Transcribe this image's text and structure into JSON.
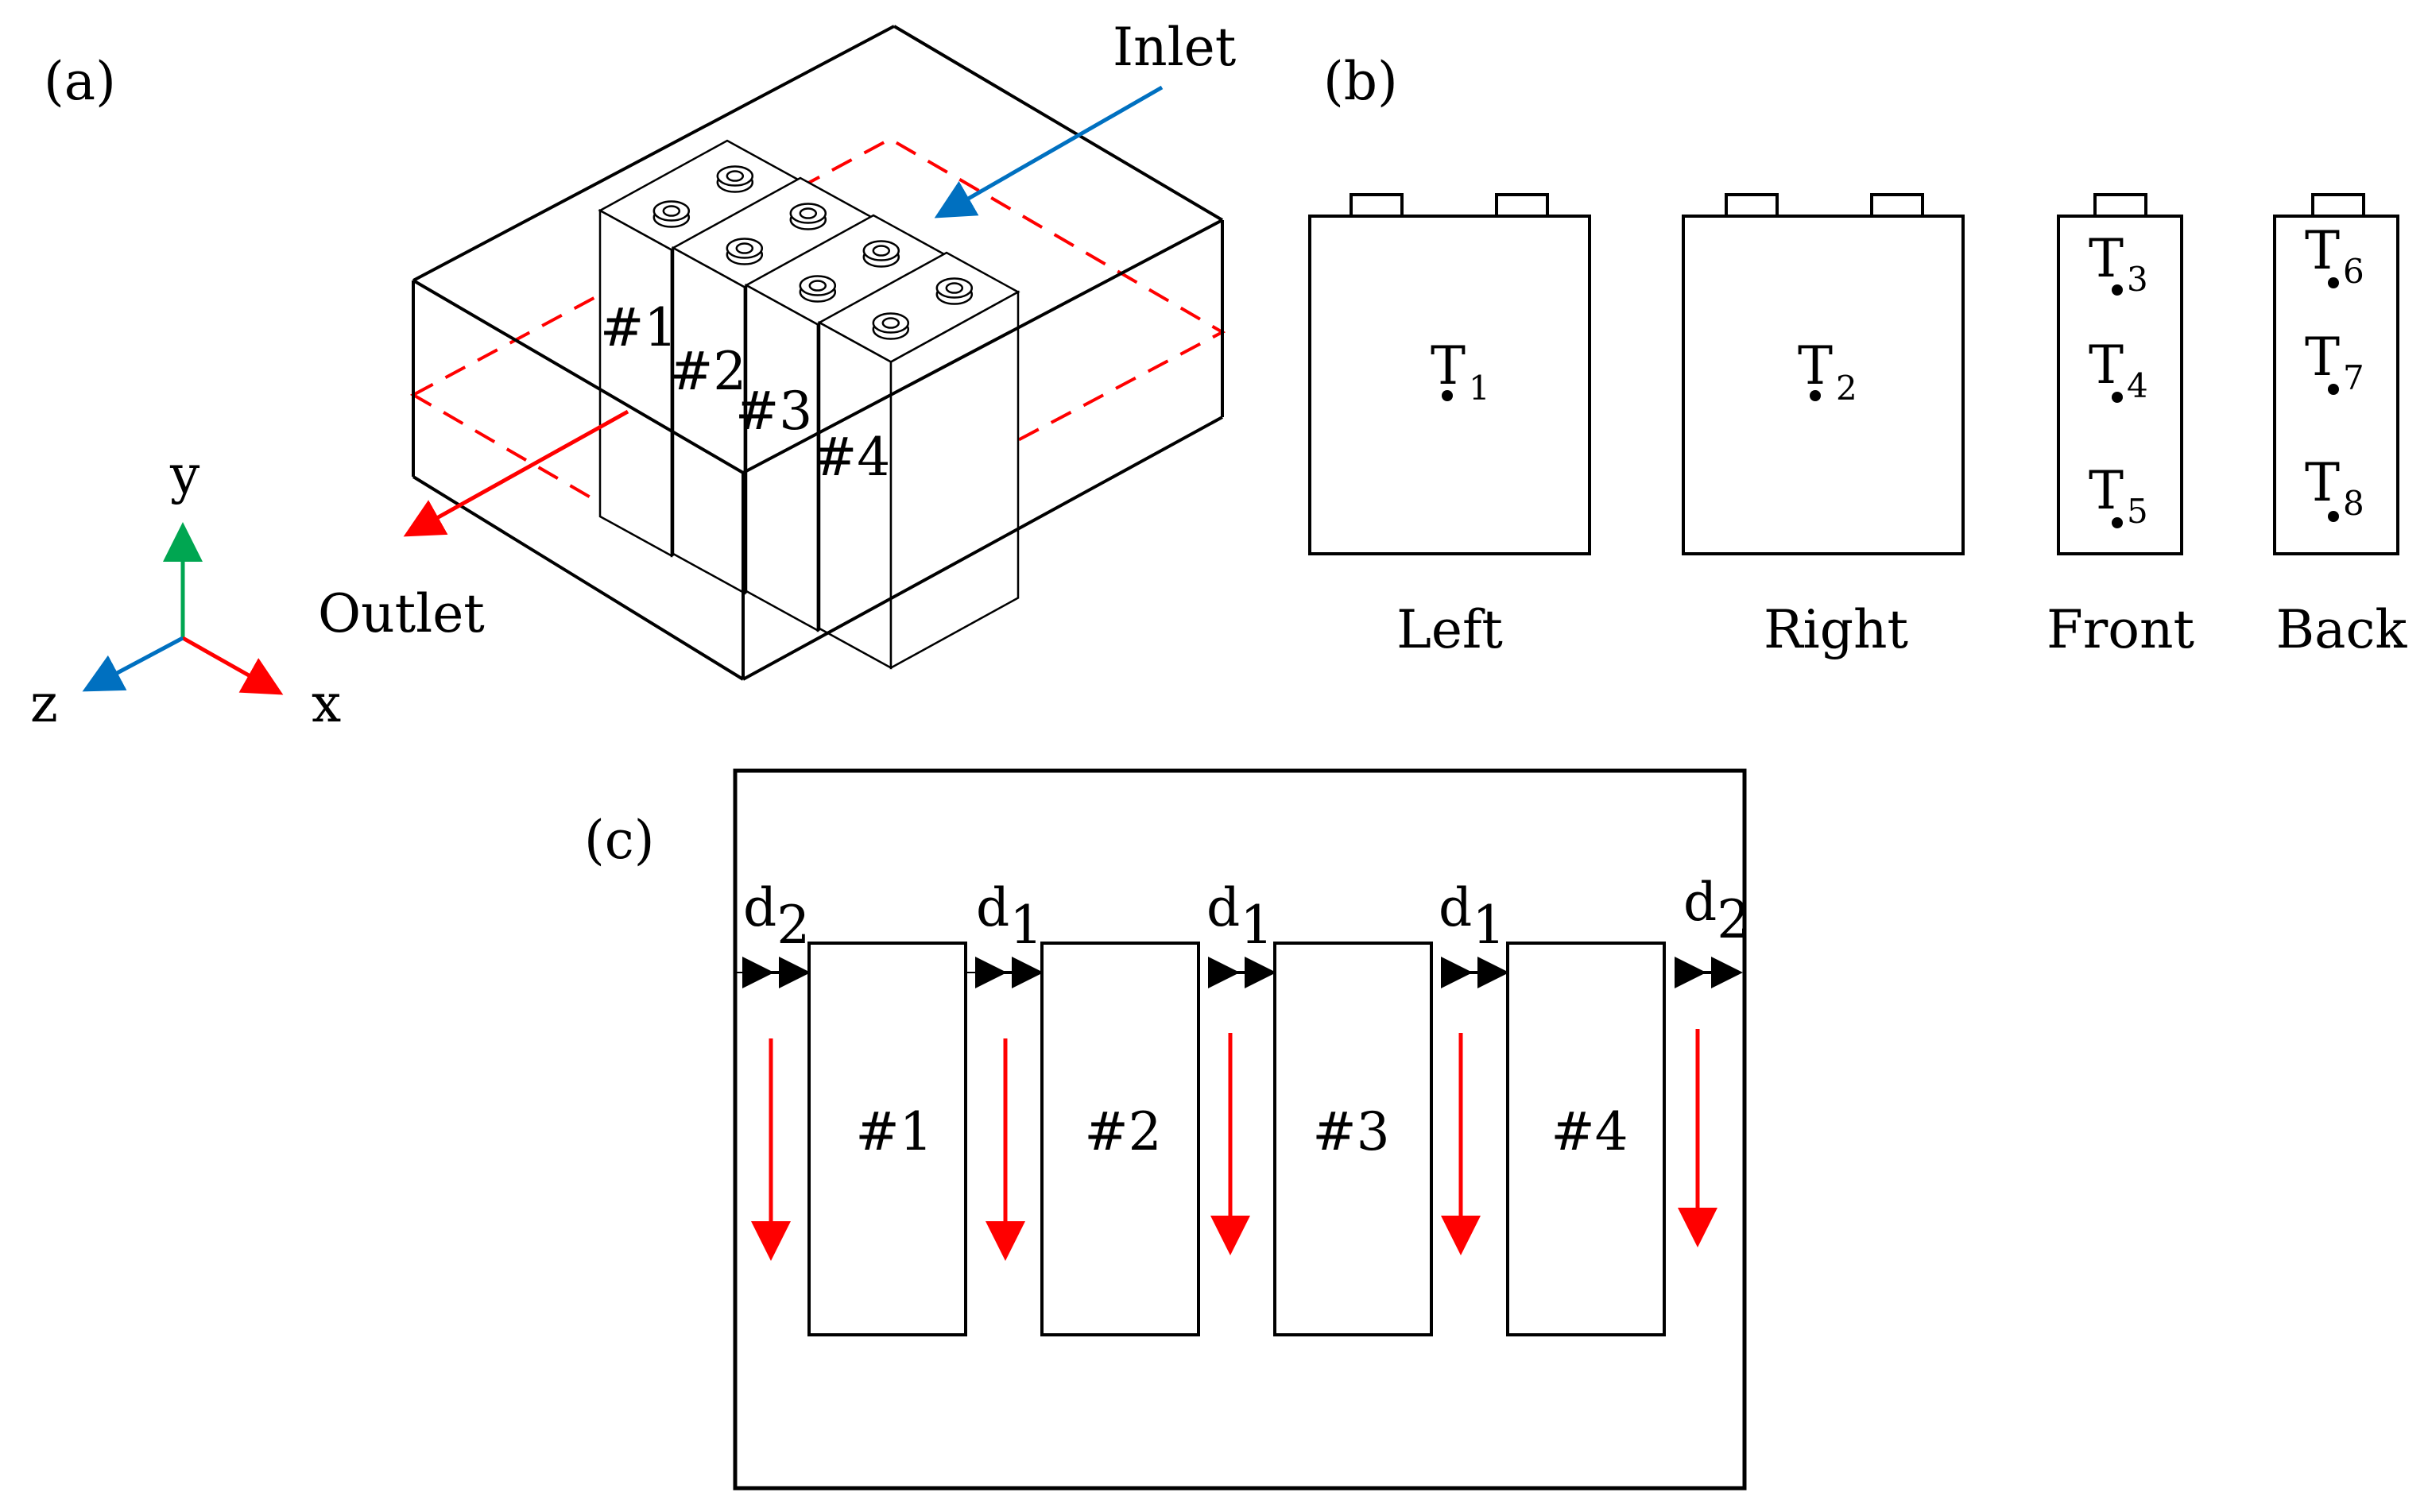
{
  "panel_labels": {
    "a": "(a)",
    "b": "(b)",
    "c": "(c)"
  },
  "colors": {
    "outline": "#000000",
    "flow": "#ff0000",
    "inlet_arrow": "#0070c0",
    "axis_y": "#00a651",
    "axis_x": "#ff0000",
    "axis_z": "#0070c0"
  },
  "panel_a": {
    "inlet_label": "Inlet",
    "outlet_label": "Outlet",
    "battery_labels": [
      "#1",
      "#2",
      "#3",
      "#4"
    ],
    "axes": {
      "x": "x",
      "y": "y",
      "z": "z"
    }
  },
  "panel_b": {
    "views": [
      {
        "name": "Left",
        "sensors": [
          {
            "base": "T",
            "sub": "1"
          }
        ]
      },
      {
        "name": "Right",
        "sensors": [
          {
            "base": "T",
            "sub": "2"
          }
        ]
      },
      {
        "name": "Front",
        "sensors": [
          {
            "base": "T",
            "sub": "3"
          },
          {
            "base": "T",
            "sub": "4"
          },
          {
            "base": "T",
            "sub": "5"
          }
        ]
      },
      {
        "name": "Back",
        "sensors": [
          {
            "base": "T",
            "sub": "6"
          },
          {
            "base": "T",
            "sub": "7"
          },
          {
            "base": "T",
            "sub": "8"
          }
        ]
      }
    ]
  },
  "panel_c": {
    "battery_labels": [
      "#1",
      "#2",
      "#3",
      "#4"
    ],
    "gaps": [
      {
        "base": "d",
        "sub": "2"
      },
      {
        "base": "d",
        "sub": "1"
      },
      {
        "base": "d",
        "sub": "1"
      },
      {
        "base": "d",
        "sub": "1"
      },
      {
        "base": "d",
        "sub": "2"
      }
    ]
  }
}
